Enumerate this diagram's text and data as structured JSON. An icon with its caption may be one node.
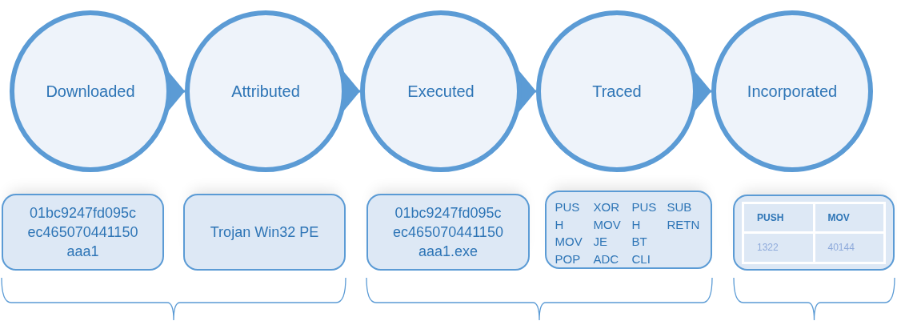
{
  "diagram": {
    "nodes": [
      {
        "text": [
          "Downloaded"
        ]
      },
      {
        "text": [
          "Attributed"
        ]
      },
      {
        "text": [
          "Executed"
        ]
      },
      {
        "text": [
          "Traced"
        ]
      },
      {
        "text": [
          "Incorporated"
        ]
      },
      {
        "text": [
          "01bc9247fd095cec465070441150aaa1"
        ]
      },
      {
        "text": [
          "Trojan Win32 PE"
        ]
      },
      {
        "text": [
          "01bc9247fd095cec465070441150aaa1.exe"
        ]
      },
      {
        "text": [
          "PUSH MOV POP",
          "XOR MOV JE ADC",
          "PUSH BT CLI",
          "SUB RETN"
        ]
      },
      {
        "text": [],
        "shape": "box"
      }
    ],
    "edges": [
      {
        "from": 0,
        "to": 1,
        "arrow": "to"
      },
      {
        "from": 1,
        "to": 2,
        "arrow": "to"
      },
      {
        "from": 2,
        "to": 3,
        "arrow": "to"
      },
      {
        "from": 3,
        "to": 4,
        "arrow": "to"
      }
    ],
    "labels": [
      "PUSH",
      "MOV",
      "1322",
      "40144"
    ]
  }
}
